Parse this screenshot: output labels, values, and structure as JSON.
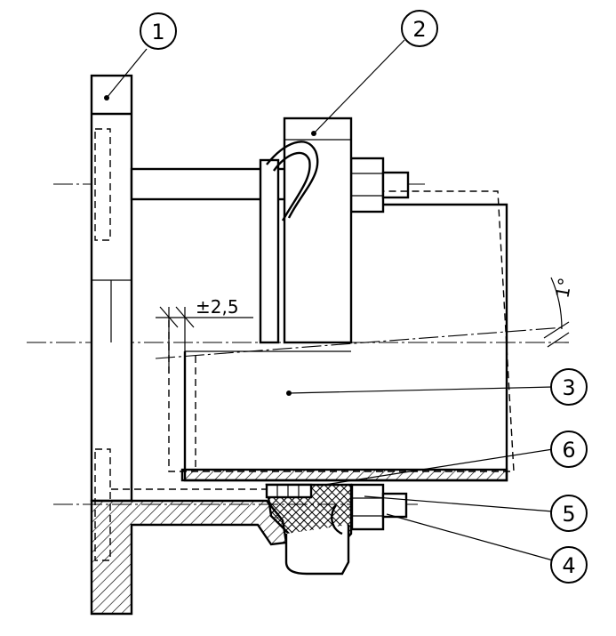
{
  "callouts": [
    {
      "id": "1",
      "text": "1"
    },
    {
      "id": "2",
      "text": "2"
    },
    {
      "id": "3",
      "text": "3"
    },
    {
      "id": "4",
      "text": "4"
    },
    {
      "id": "5",
      "text": "5"
    },
    {
      "id": "6",
      "text": "6"
    }
  ],
  "dimension": {
    "tolerance": "±2,5"
  },
  "angle": {
    "label": "1°"
  }
}
